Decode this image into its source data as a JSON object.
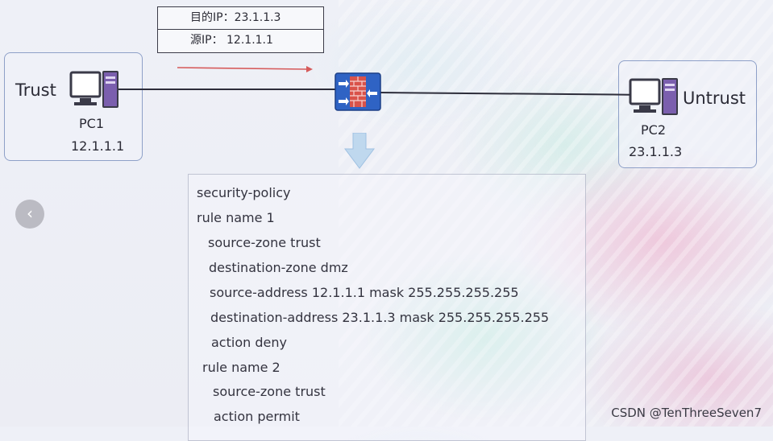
{
  "packet_info": {
    "dest_ip": "目的IP：23.1.1.3",
    "src_ip": "源IP：  12.1.1.1"
  },
  "trust_zone": {
    "label": "Trust",
    "pc_name": "PC1",
    "pc_ip": "12.1.1.1"
  },
  "untrust_zone": {
    "label": "Untrust",
    "pc_name": "PC2",
    "pc_ip": "23.1.1.3"
  },
  "config_lines": [
    "security-policy",
    "rule name 1",
    "source-zone trust",
    "destination-zone dmz",
    "source-address 12.1.1.1 mask 255.255.255.255",
    "destination-address 23.1.1.3 mask 255.255.255.255",
    "action deny",
    "rule name 2",
    "source-zone trust",
    "action permit"
  ],
  "watermark": "CSDN @TenThreeSeven7",
  "icons": {
    "prev": "chevron-left-icon",
    "firewall": "firewall-icon",
    "pc": "computer-icon",
    "arrow": "down-arrow-icon"
  },
  "colors": {
    "firewall_blue": "#2f63c4",
    "firewall_brick": "#d9534a",
    "flow_arrow": "#d65a5a",
    "zone_border": "#8ea0c8"
  }
}
